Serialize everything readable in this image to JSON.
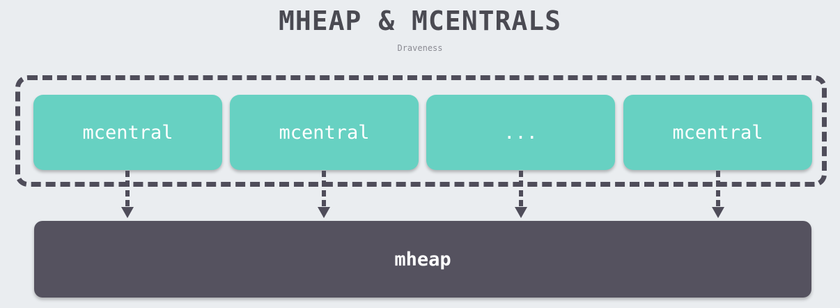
{
  "title": "MHEAP & MCENTRALS",
  "subtitle": "Draveness",
  "mcentrals": [
    {
      "label": "mcentral"
    },
    {
      "label": "mcentral"
    },
    {
      "label": "..."
    },
    {
      "label": "mcentral"
    }
  ],
  "mheap": {
    "label": "mheap"
  },
  "colors": {
    "background": "#eaedf0",
    "mcentral_fill": "#67d1c2",
    "mheap_fill": "#55525f",
    "dashed_border": "#4f4d5a",
    "text_light": "#ffffff"
  }
}
